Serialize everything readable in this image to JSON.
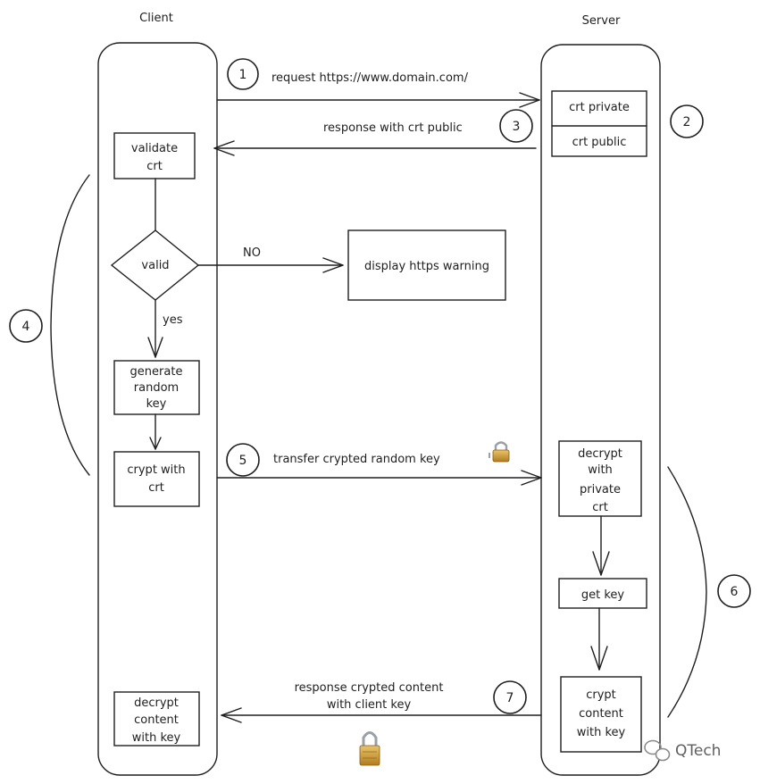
{
  "lanes": {
    "client": "Client",
    "server": "Server"
  },
  "client_boxes": {
    "validate": [
      "validate",
      "crt"
    ],
    "valid": "valid",
    "generate": [
      "generate",
      "random",
      "key"
    ],
    "crypt": [
      "crypt with",
      "crt"
    ],
    "decrypt": [
      "decrypt",
      "content",
      "with key"
    ]
  },
  "server_boxes": {
    "crt_private": "crt private",
    "crt_public": "crt public",
    "decrypt": [
      "decrypt",
      "with",
      "private",
      "crt"
    ],
    "get_key": "get key",
    "crypt": [
      "crypt",
      "content",
      "with key"
    ]
  },
  "warning_box": "display https warning",
  "edges": {
    "no": "NO",
    "yes": "yes",
    "request": "request https://www.domain.com/",
    "response_crt": "response with crt public",
    "transfer": "transfer crypted random key",
    "response_content": [
      "response crypted content",
      "with client key"
    ]
  },
  "steps": [
    "1",
    "2",
    "3",
    "4",
    "5",
    "6",
    "7"
  ],
  "watermark": "QTech",
  "icons": {
    "lock": "padlock-icon",
    "wechat": "wechat-icon"
  }
}
